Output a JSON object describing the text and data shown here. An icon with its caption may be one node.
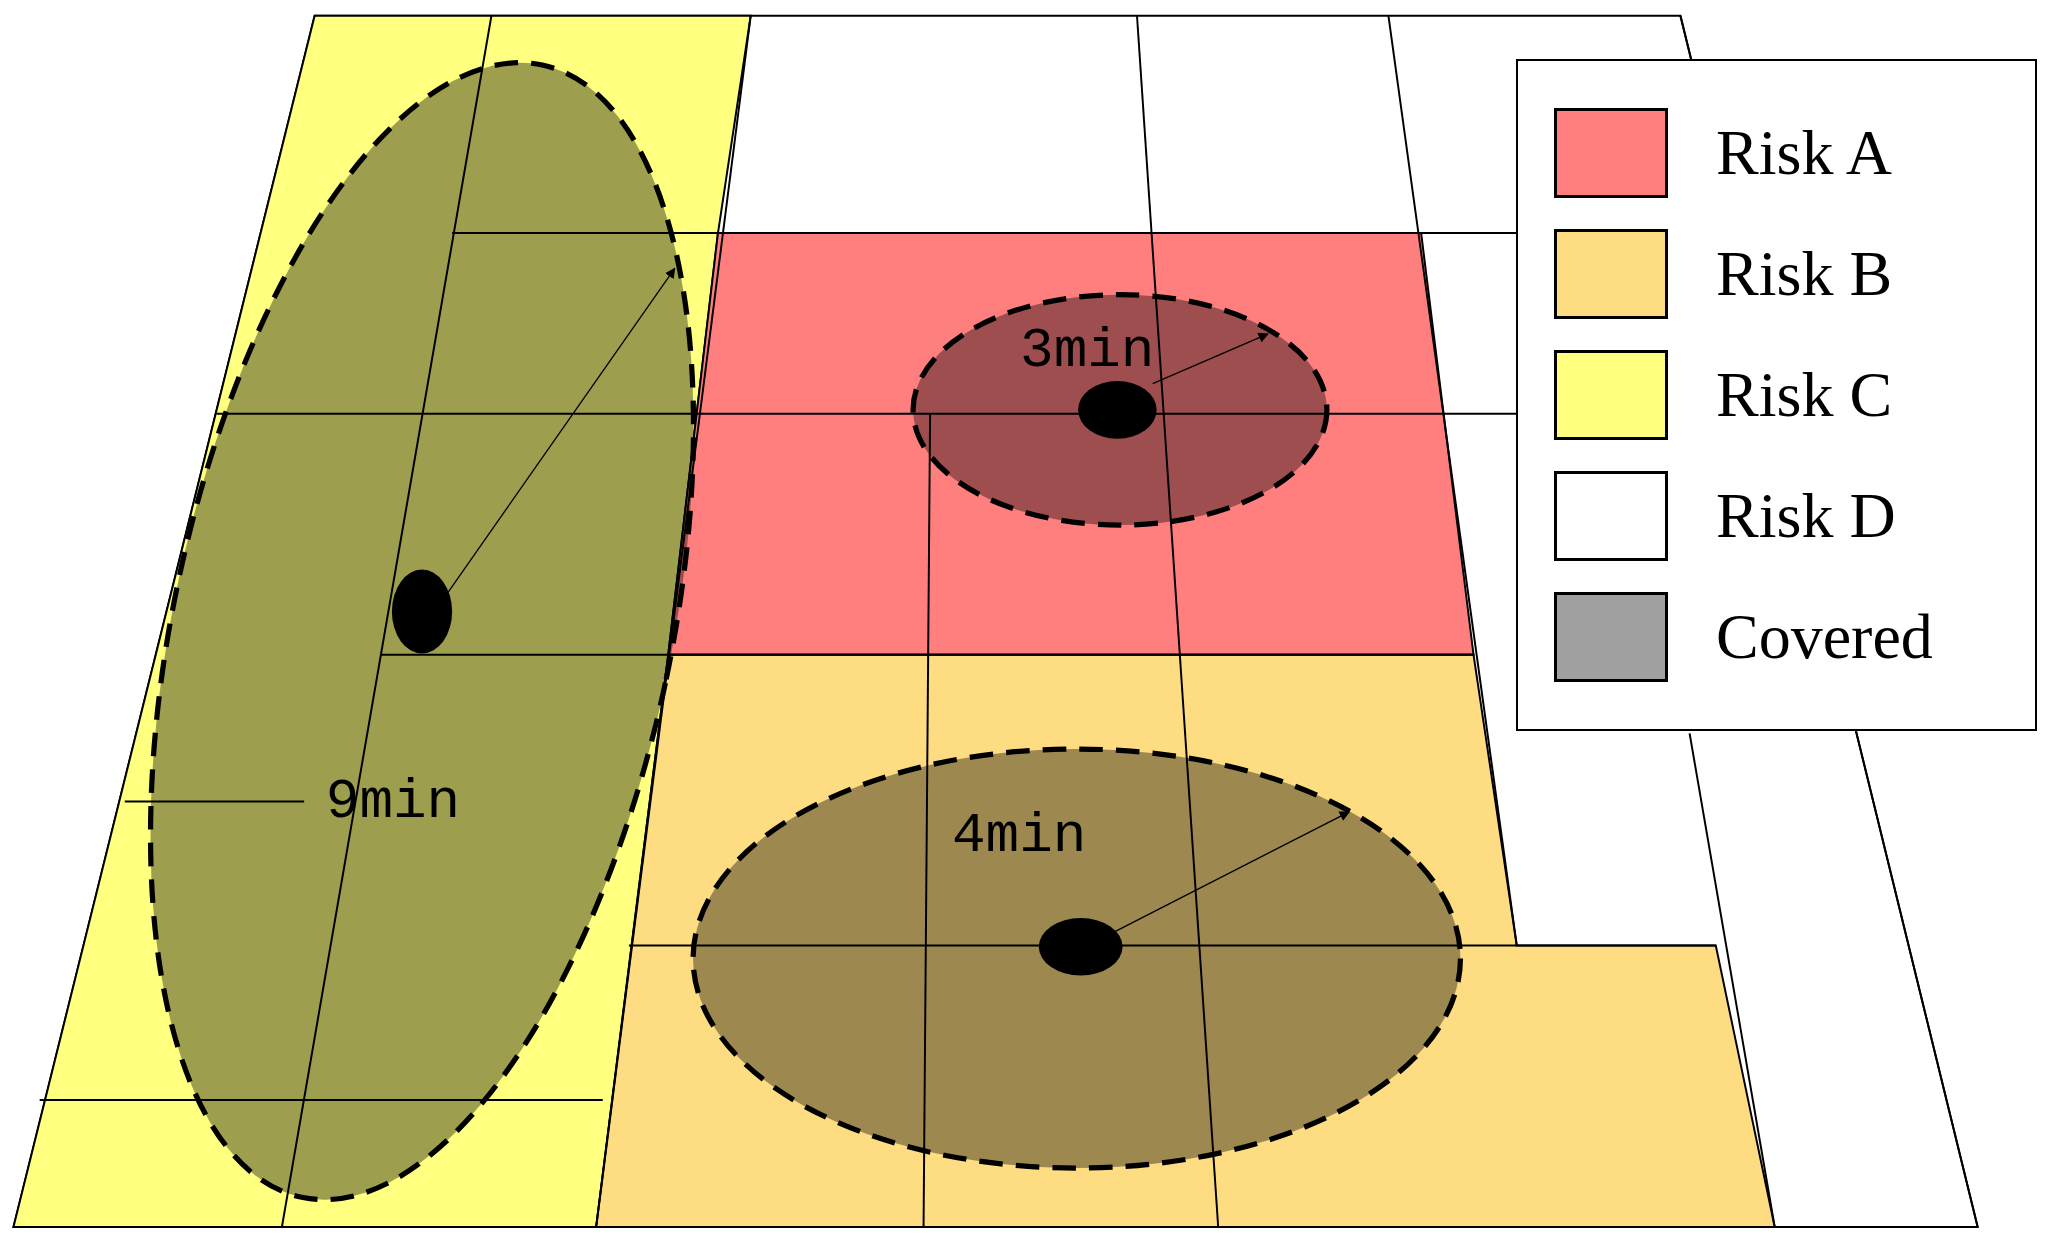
{
  "diagram": {
    "labels": [
      "3min",
      "9min",
      "4min"
    ],
    "legend": [
      {
        "text": "Risk A",
        "color": "#ff7f7f"
      },
      {
        "text": "Risk B",
        "color": "#fddc82"
      },
      {
        "text": "Risk C",
        "color": "#ffff80"
      },
      {
        "text": "Risk D",
        "color": "#ffffff"
      },
      {
        "text": "Covered",
        "color": "#a0a0a0"
      }
    ]
  }
}
